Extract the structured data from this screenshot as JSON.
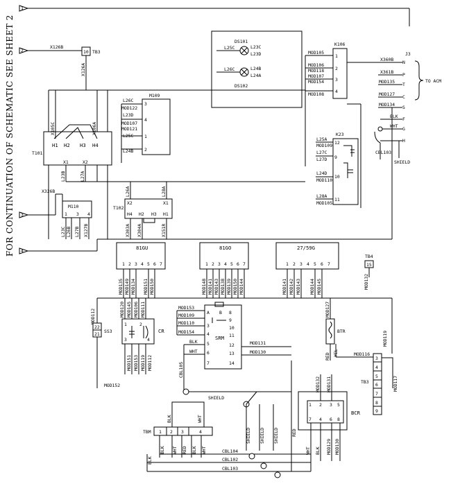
{
  "side_caption": "FOR CONTINUATION OF SCHEMATIC SEE SHEET 2",
  "markers": [
    "1",
    "2",
    "3",
    "4"
  ],
  "j3": {
    "name": "J3",
    "pins": [
      "N",
      "P",
      "T",
      "C",
      "S",
      "F",
      "G",
      "H"
    ],
    "wires": [
      "X360B",
      "X361B",
      "MOD135",
      "MOD127",
      "MOD134",
      "BLK",
      "WHT",
      ""
    ],
    "dest": "TO ACM",
    "cable": "CBL103",
    "shield": "SHIELD"
  },
  "tb3_top": {
    "name": "TB3",
    "term": "10",
    "wire_in": "X126B",
    "wire_down": "X126A"
  },
  "k106": {
    "name": "K106",
    "pins": [
      "1",
      "2",
      "3",
      "4"
    ],
    "wires": [
      "MOD105",
      "MOD106",
      "MOD118",
      "MOD107",
      "MOD154",
      "MOD108"
    ]
  },
  "ds101": {
    "name": "DS101",
    "left": "L25C",
    "right": [
      "L23C",
      "L23D"
    ]
  },
  "ds102": {
    "name": "DS102",
    "left": "L26C",
    "right": [
      "L24B",
      "L24A"
    ]
  },
  "m109": {
    "name": "M109",
    "pins": [
      "3",
      "4",
      "1",
      "2"
    ],
    "wires": [
      "L26C",
      "MOD122",
      "L23D",
      "MOD107",
      "MOD121",
      "L25C",
      "L24B"
    ]
  },
  "t101": {
    "name": "T101",
    "pins": [
      "H1",
      "H2",
      "H3",
      "H4",
      "X1",
      "X2"
    ],
    "wires": [
      "X105C",
      "X106A",
      "L23B",
      "L27A"
    ]
  },
  "k23": {
    "name": "K23",
    "pins": [
      "12",
      "9",
      "10",
      "11"
    ],
    "wires": [
      "L25A",
      "MOD109",
      "L27C",
      "L27D",
      "L24D",
      "MOD110",
      "L28A",
      "MOD105"
    ]
  },
  "t102": {
    "name": "T102",
    "pins": [
      "X2",
      "X1",
      "H4",
      "H2",
      "H3",
      "H1"
    ],
    "wires": [
      "L26A",
      "L28A",
      "X303A",
      "X304A",
      "X151R"
    ]
  },
  "m110": {
    "name": "M110",
    "pins": [
      "1",
      "3",
      "4"
    ],
    "wires": [
      "X326B",
      "L23C",
      "L26B",
      "L27B",
      "X127B"
    ]
  },
  "relays": [
    {
      "name": "81GU",
      "pins": [
        "1",
        "2",
        "3",
        "4",
        "5",
        "6",
        "7"
      ],
      "wires": [
        "MOD135",
        "MOD149",
        "MOD134",
        "MOD151",
        "MOD150"
      ]
    },
    {
      "name": "81GO",
      "pins": [
        "1",
        "2",
        "3",
        "4",
        "5",
        "6",
        "7"
      ],
      "wires": [
        "MOD148",
        "MOD141",
        "MOD143",
        "MOD138",
        "MOD139",
        "MOD150",
        "MOD144"
      ]
    },
    {
      "name": "27/59G",
      "pins": [
        "1",
        "2",
        "3",
        "4",
        "5",
        "6",
        "7"
      ],
      "wires": [
        "MOD141",
        "MOD142",
        "MOD143",
        "MOD144",
        "MOD145"
      ]
    }
  ],
  "tb4": {
    "name": "TB4",
    "term": "15",
    "wire": "MOD132"
  },
  "cr": {
    "name": "CR",
    "pins": [
      "1",
      "2",
      "3",
      "4"
    ],
    "wires_top": [
      "MOD120",
      "MOD145",
      "MOD106",
      "MOD111"
    ],
    "wires_bot": [
      "MOD151",
      "MOD153",
      "MOD119",
      "MOD112"
    ]
  },
  "ss3": {
    "name": "SS3",
    "terms": [
      "22",
      "21"
    ],
    "wires": [
      "MOD112",
      "MOD152"
    ]
  },
  "srm": {
    "name": "SRM",
    "pins_left": [
      "A",
      "B",
      "3",
      "4",
      "5",
      "6",
      "7"
    ],
    "pins_right": [
      "8",
      "9",
      "10",
      "11",
      "12",
      "13",
      "14"
    ],
    "wires_left": [
      "MOD153",
      "MOD109",
      "MOD110",
      "MOD154",
      "BLK",
      "WHT"
    ],
    "wires_right": [
      "MOD131",
      "MOD130"
    ]
  },
  "btr": {
    "name": "BTR",
    "wires": [
      "MOD127",
      "MOD119",
      "MOD116",
      "RED",
      "YEL"
    ]
  },
  "tb3_bot": {
    "name": "TB3",
    "terms": [
      "3",
      "4",
      "5",
      "6",
      "7",
      "8",
      "9"
    ],
    "wire": "MOD117"
  },
  "bcr": {
    "name": "BCR",
    "pins": [
      "1",
      "2",
      "3",
      "5",
      "7",
      "4",
      "6",
      "8"
    ],
    "wires": [
      "MOD132",
      "MOD131",
      "WHT",
      "BLK",
      "MOD129",
      "MOD130",
      "RED"
    ]
  },
  "tbm": {
    "name": "TBM",
    "terms": [
      "1",
      "2",
      "3",
      "4"
    ],
    "wires_top": [
      "BLK",
      "WHT"
    ],
    "wires_bot": [
      "BLK",
      "WHT",
      "RED",
      "BLK",
      "WHT"
    ]
  },
  "cables": [
    "CBL105",
    "CBL104",
    "CBL102",
    "CBL103",
    "SHIELD",
    "SHIELD",
    "SHIELD",
    "SHIELD"
  ],
  "cbl_side": "BLK"
}
